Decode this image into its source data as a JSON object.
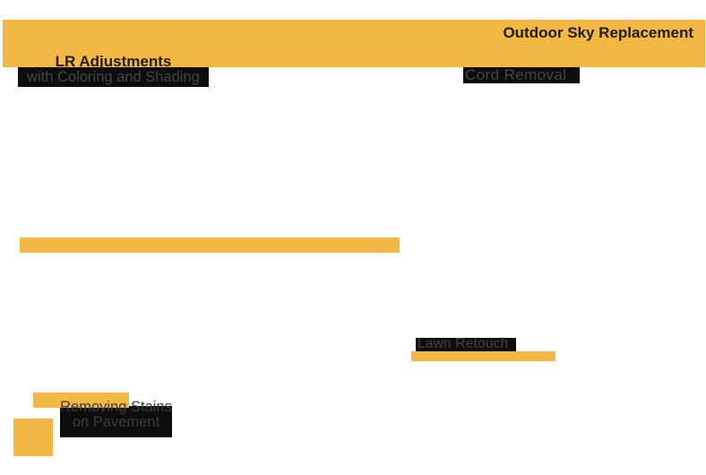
{
  "colors": {
    "yellow": "#F2B843",
    "black_box": "#0D0D0D",
    "dark_text": "#1C1C1C",
    "gray_on_black": "#454545",
    "background": "#FFFFFF"
  },
  "tiles": {
    "outdoor_sky": {
      "label": "Outdoor Sky Replacement"
    },
    "lr_adjustments": {
      "line1": "LR Adjustments",
      "line2": "with Coloring and Shading"
    },
    "cord_removal": {
      "label": "Cord Removal"
    },
    "lawn_retouch": {
      "label": "Lawn Retouch"
    },
    "stains": {
      "line1": "Removing Stains",
      "line2": "on Pavement"
    }
  }
}
